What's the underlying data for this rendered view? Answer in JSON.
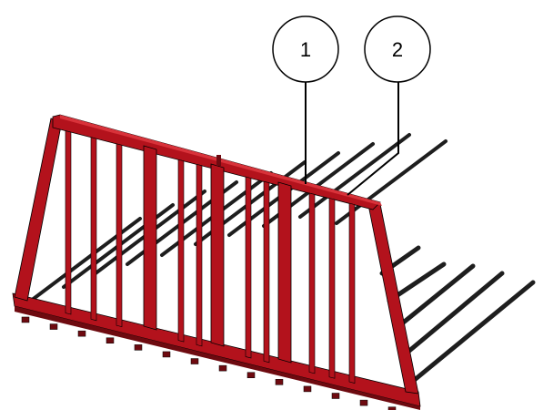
{
  "callouts": [
    {
      "number": "1",
      "target": "top-rail"
    },
    {
      "number": "2",
      "target": "top-rail-edge"
    }
  ],
  "colors": {
    "frame": "#b3121c",
    "frame_dark": "#6e0a10",
    "frame_light": "#d8323a",
    "tines": "#1e1e1e",
    "outline": "#000000",
    "background": "#ffffff"
  },
  "icons": {
    "part": "bale-grab-fork-icon"
  }
}
